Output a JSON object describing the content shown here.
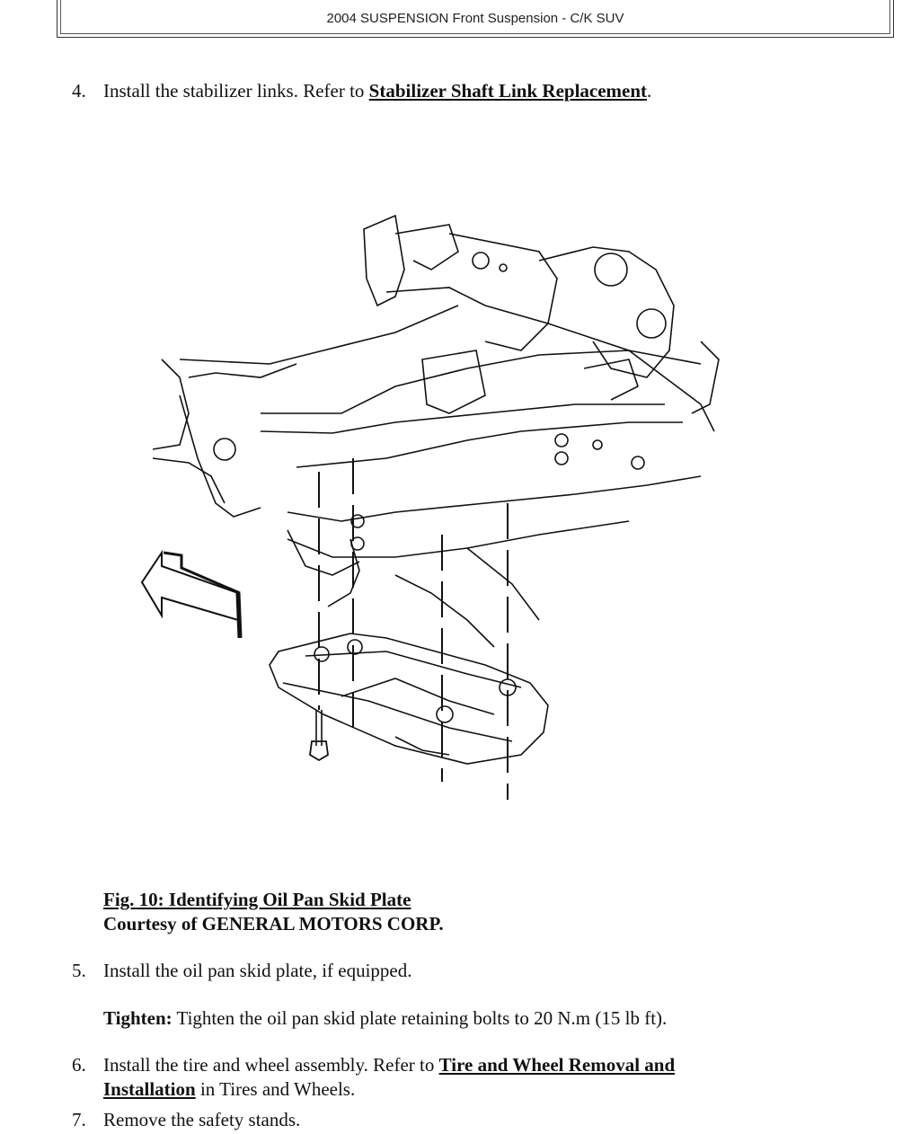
{
  "header": {
    "title": "2004 SUSPENSION Front Suspension - C/K SUV"
  },
  "steps": [
    {
      "num": "4.",
      "text": "Install the stabilizer links. Refer to ",
      "link": "Stabilizer Shaft Link Replacement",
      "tail": "."
    },
    {
      "num": "5.",
      "text": "Install the oil pan skid plate, if equipped."
    },
    {
      "num": "6.",
      "text": "Install the tire and wheel assembly. Refer to ",
      "link": "Tire and Wheel Removal and",
      "link2": "Installation",
      "tail": " in Tires and Wheels."
    },
    {
      "num": "7.",
      "text": "Remove the safety stands."
    }
  ],
  "tighten": {
    "label": "Tighten:",
    "text": " Tighten the oil pan skid plate retaining bolts to 20 N.m (15 lb ft)."
  },
  "figure": {
    "title": "Fig. 10: Identifying Oil Pan Skid Plate",
    "courtesy": "Courtesy of GENERAL MOTORS CORP."
  }
}
